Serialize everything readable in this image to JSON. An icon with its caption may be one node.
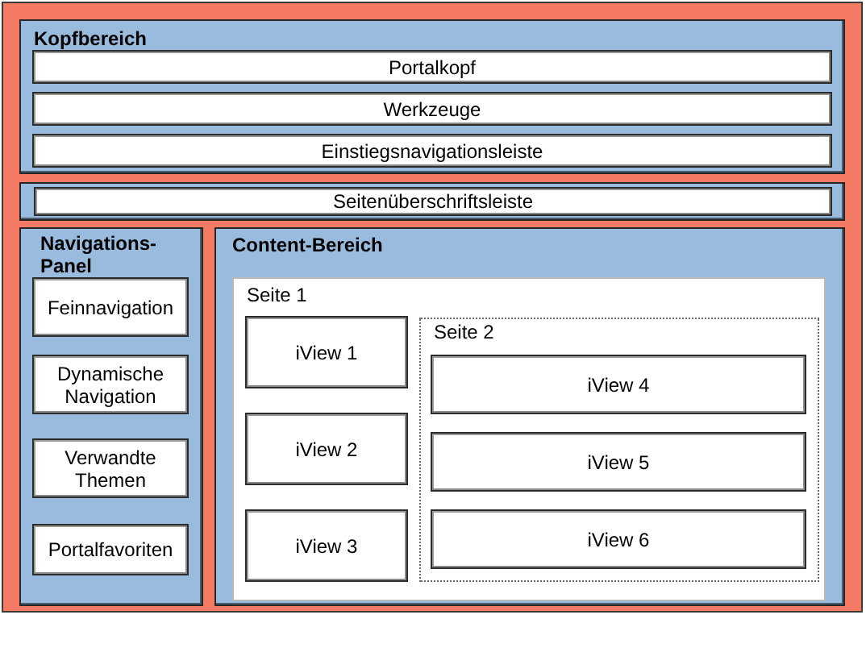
{
  "diagram": {
    "nodes": [
      {
        "text": [],
        "shape": "box"
      },
      {
        "text": [
          "Kopfbereich"
        ],
        "in": 0
      },
      {
        "text": [
          "Portalkopf"
        ],
        "in": 1
      },
      {
        "text": [
          "Werkzeuge"
        ],
        "in": 1
      },
      {
        "text": [
          "Einstiegsnavigationsleiste"
        ],
        "in": 1
      },
      {
        "text": [],
        "shape": "box",
        "in": 0
      },
      {
        "text": [
          "Seitenüberschriftsleiste"
        ],
        "in": 5
      },
      {
        "text": [
          "Navigations-Panel"
        ],
        "in": 0
      },
      {
        "text": [
          "Feinnavigation"
        ],
        "in": 7
      },
      {
        "text": [
          "Dynamische Navigation"
        ],
        "in": 7
      },
      {
        "text": [
          "Verwandte Themen"
        ],
        "in": 7
      },
      {
        "text": [
          "Portalfavoriten"
        ],
        "in": 7
      },
      {
        "text": [
          "Content-Bereich"
        ],
        "in": 0
      },
      {
        "text": [
          "Seite 1"
        ],
        "in": 12
      },
      {
        "text": [
          "iView 1"
        ],
        "in": 13
      },
      {
        "text": [
          "iView 2"
        ],
        "in": 13
      },
      {
        "text": [
          "iView 3"
        ],
        "in": 13
      },
      {
        "text": [
          "Seite 2"
        ],
        "in": 13
      },
      {
        "text": [
          "iView 4"
        ],
        "in": 17
      },
      {
        "text": [
          "iView 5"
        ],
        "in": 17
      },
      {
        "text": [
          "iView 6"
        ],
        "in": 17
      }
    ]
  }
}
